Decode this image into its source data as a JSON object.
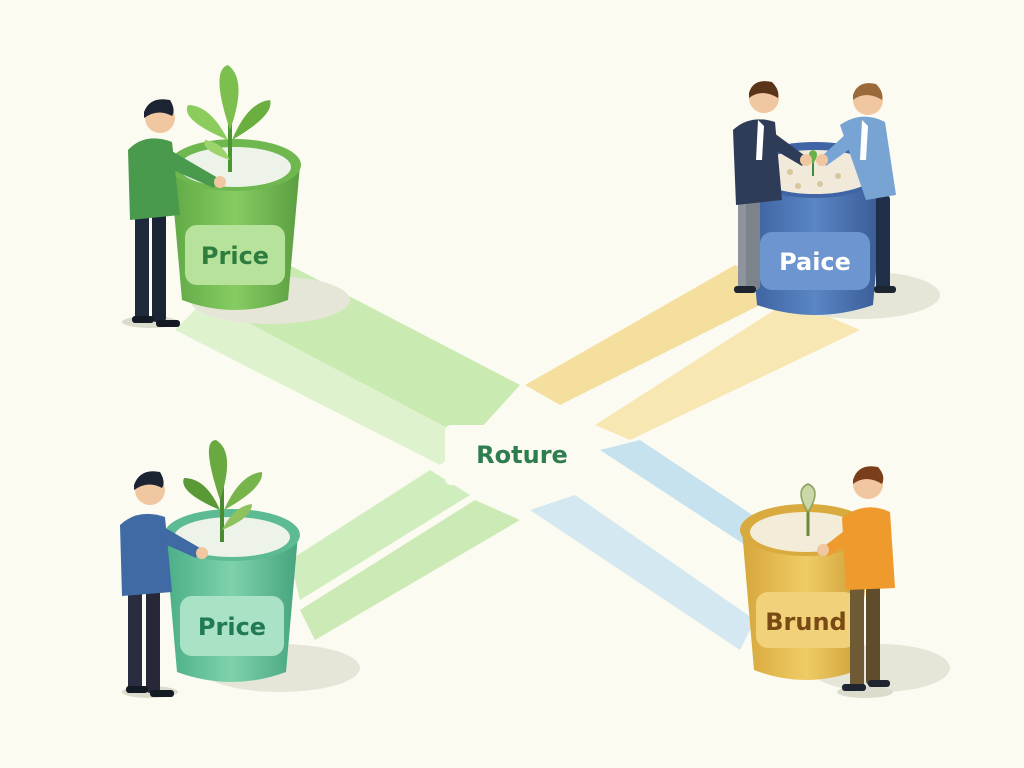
{
  "center": {
    "label": "Roture",
    "color": "#2e7d4f"
  },
  "nodes": [
    {
      "id": "top-left",
      "label": "Price",
      "label_color": "#2e7d3e",
      "tub_color": "#7cc45a",
      "path_color": "#a8dc8c"
    },
    {
      "id": "top-right",
      "label": "Paice",
      "label_color": "#ffffff",
      "tub_color": "#4a74b4",
      "path_color": "#f2d88f"
    },
    {
      "id": "bottom-left",
      "label": "Price",
      "label_color": "#1f7a55",
      "tub_color": "#6cc7a0",
      "path_color": "#b6e2a2"
    },
    {
      "id": "bottom-right",
      "label": "Brund",
      "label_color": "#7a4a14",
      "tub_color": "#e6bd4e",
      "path_color": "#bcdcec"
    }
  ]
}
